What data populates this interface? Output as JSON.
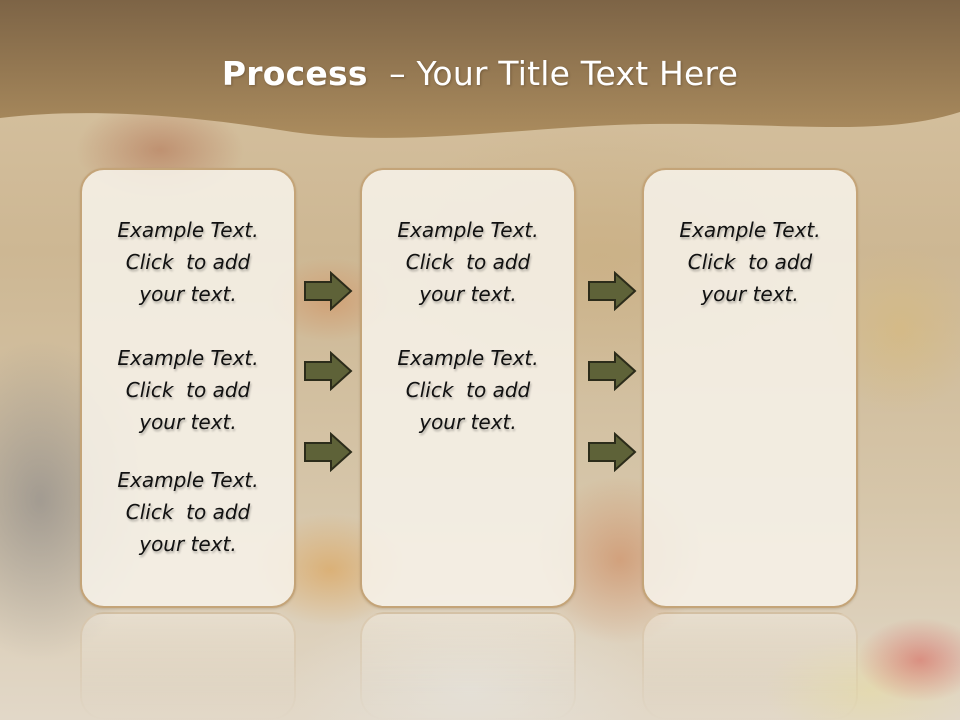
{
  "slide": {
    "title_bold": "Process",
    "title_rest": "– Your Title Text Here"
  },
  "columns": [
    {
      "blocks": [
        [
          "Example Text.",
          "Click  to add",
          "your text."
        ],
        [
          "Example Text.",
          "Click  to add",
          "your text."
        ],
        [
          "Example Text.",
          "Click  to add",
          "your text."
        ]
      ]
    },
    {
      "blocks": [
        [
          "Example Text.",
          "Click  to add",
          "your text."
        ],
        [
          "Example Text.",
          "Click  to add",
          "your text."
        ]
      ]
    },
    {
      "blocks": [
        [
          "Example Text.",
          "Click  to add",
          "your text."
        ]
      ]
    }
  ],
  "arrows": {
    "count_per_gap": 3,
    "color": "#5e6238",
    "outline": "#2c2c1a",
    "icon": "right-arrow-icon"
  },
  "colors": {
    "banner": "#9a7b52",
    "box_border": "#c4a478",
    "box_fill": "#f6f1e8"
  }
}
